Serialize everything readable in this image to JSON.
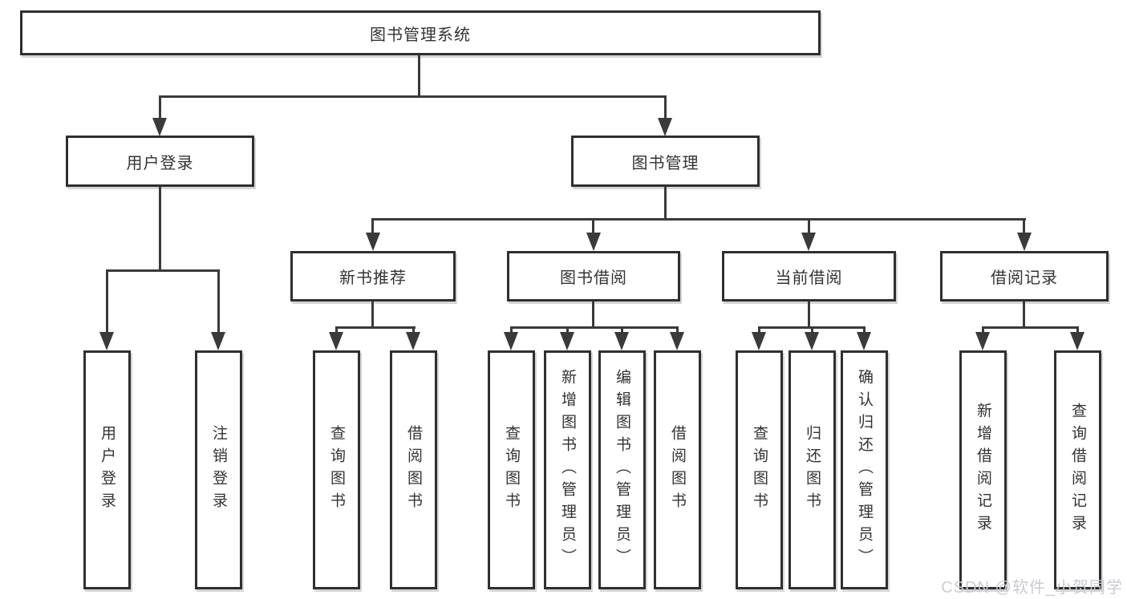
{
  "tree": {
    "label": "图书管理系统",
    "children": [
      {
        "label": "用户登录",
        "children": [
          {
            "label": "用户登录"
          },
          {
            "label": "注销登录"
          }
        ]
      },
      {
        "label": "图书管理",
        "children": [
          {
            "label": "新书推荐",
            "children": [
              {
                "label": "查询图书"
              },
              {
                "label": "借阅图书"
              }
            ]
          },
          {
            "label": "图书借阅",
            "children": [
              {
                "label": "查询图书"
              },
              {
                "label": "新增图书（管理员）"
              },
              {
                "label": "编辑图书（管理员）"
              },
              {
                "label": "借阅图书"
              }
            ]
          },
          {
            "label": "当前借阅",
            "children": [
              {
                "label": "查询图书"
              },
              {
                "label": "归还图书"
              },
              {
                "label": "确认归还（管理员）"
              }
            ]
          },
          {
            "label": "借阅记录",
            "children": [
              {
                "label": "新增借阅记录"
              },
              {
                "label": "查询借阅记录"
              }
            ]
          }
        ]
      }
    ]
  },
  "watermark": {
    "text": "CSDN @软件_小贺同学"
  },
  "colors": {
    "line": "#3a3a3a",
    "border": "#2f2f2f",
    "text": "#333333",
    "bg": "#ffffff",
    "watermark": "#c9ccd2"
  }
}
